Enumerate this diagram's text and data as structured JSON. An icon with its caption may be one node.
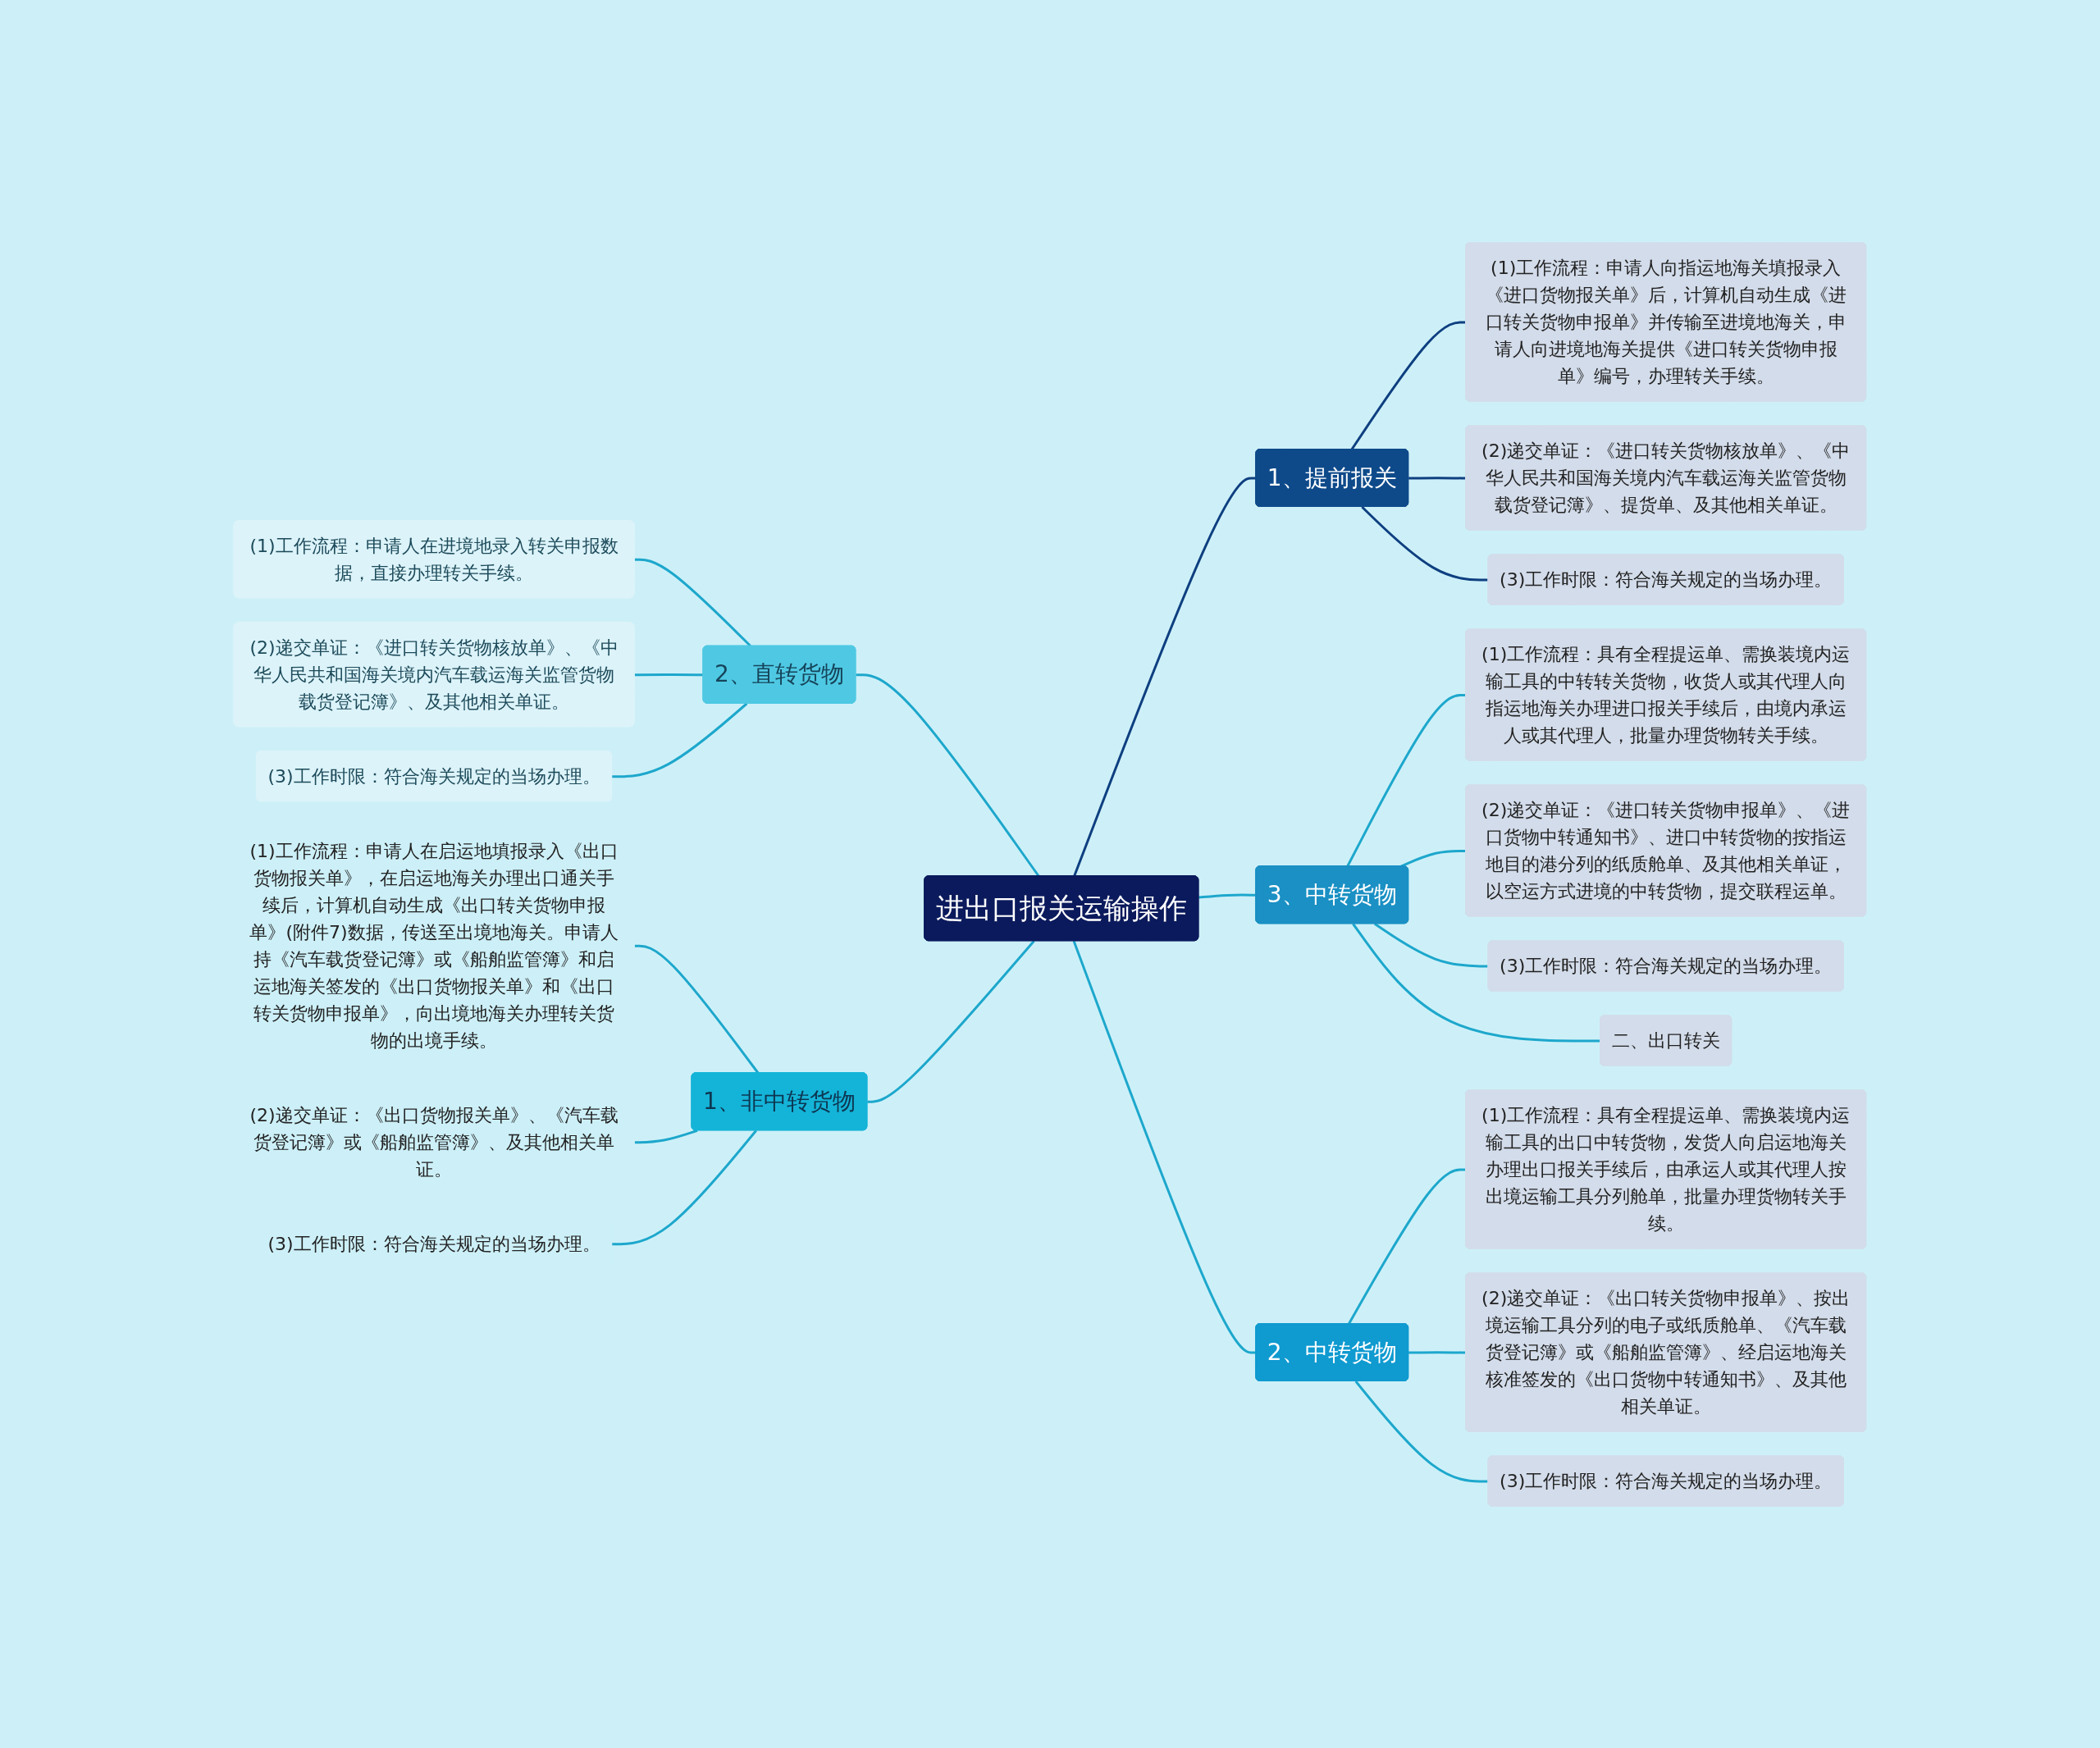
{
  "diagram": {
    "nodes": [
      {
        "text": [
          "进出口报关运输操作"
        ]
      },
      {
        "text": [
          "1、提前报关"
        ]
      },
      {
        "text": [
          "(1)工作流程：申请人向指运地海关填报录入《进口货物报关单》后，计算机自动生成《进口转关货物申报单》并传输至进境地海关，申请人向进境地海关提供《进口转关货物申报单》编号，办理转关手续。"
        ]
      },
      {
        "text": [
          "(2)递交单证：《进口转关货物核放单》、《中华人民共和国海关境内汽车载运海关监管货物载货登记簿》、提货单、及其他相关单证。"
        ]
      },
      {
        "text": [
          "(3)工作时限：符合海关规定的当场办理。"
        ]
      },
      {
        "text": [
          "3、中转货物"
        ]
      },
      {
        "text": [
          "(1)工作流程：具有全程提运单、需换装境内运输工具的中转转关货物，收货人或其代理人向指运地海关办理进口报关手续后，由境内承运人或其代理人，批量办理货物转关手续。"
        ]
      },
      {
        "text": [
          "(2)递交单证：《进口转关货物申报单》、《进口货物中转通知书》、进口中转货物的按指运地目的港分列的纸质舱单、及其他相关单证，以空运方式进境的中转货物，提交联程运单。"
        ]
      },
      {
        "text": [
          "(3)工作时限：符合海关规定的当场办理。"
        ]
      },
      {
        "text": [
          "二、出口转关"
        ]
      },
      {
        "text": [
          "2、中转货物"
        ]
      },
      {
        "text": [
          "(1)工作流程：具有全程提运单、需换装境内运输工具的出口中转货物，发货人向启运地海关办理出口报关手续后，由承运人或其代理人按出境运输工具分列舱单，批量办理货物转关手续。"
        ]
      },
      {
        "text": [
          "(2)递交单证：《出口转关货物申报单》、按出境运输工具分列的电子或纸质舱单、《汽车载货登记簿》或《船舶监管簿》、经启运地海关核准签发的《出口货物中转通知书》、及其他相关单证。"
        ]
      },
      {
        "text": [
          "(3)工作时限：符合海关规定的当场办理。"
        ]
      },
      {
        "text": [
          "2、直转货物"
        ]
      },
      {
        "text": [
          "(1)工作流程：申请人在进境地录入转关申报数据，直接办理转关手续。"
        ]
      },
      {
        "text": [
          "(2)递交单证：《进口转关货物核放单》、《中华人民共和国海关境内汽车载运海关监管货物载货登记簿》、及其他相关单证。"
        ]
      },
      {
        "text": [
          "(3)工作时限：符合海关规定的当场办理。"
        ]
      },
      {
        "text": [
          "1、非中转货物"
        ]
      },
      {
        "text": [
          "(1)工作流程：申请人在启运地填报录入《出口货物报关单》，在启运地海关办理出口通关手续后，计算机自动生成《出口转关货物申报单》(附件7)数据，传送至出境地海关。申请人持《汽车载货登记簿》或《船舶监管簿》和启运地海关签发的《出口货物报关单》和《出口转关货物申报单》，向出境地海关办理转关货物的出境手续。"
        ]
      },
      {
        "text": [
          "(2)递交单证：《出口货物报关单》、《汽车载货登记簿》或《船舶监管簿》、及其他相关单证。"
        ]
      },
      {
        "text": [
          "(3)工作时限：符合海关规定的当场办理。"
        ]
      }
    ],
    "edges": [
      {
        "from": 0,
        "to": 1,
        "arrow": "none",
        "color": "#0e3f80"
      },
      {
        "from": 1,
        "to": 2,
        "arrow": "none",
        "color": "#0e3f80"
      },
      {
        "from": 1,
        "to": 3,
        "arrow": "none",
        "color": "#0e3f80"
      },
      {
        "from": 1,
        "to": 4,
        "arrow": "none",
        "color": "#0e3f80"
      },
      {
        "from": 0,
        "to": 5,
        "arrow": "none"
      },
      {
        "from": 5,
        "to": 6,
        "arrow": "none"
      },
      {
        "from": 5,
        "to": 7,
        "arrow": "none"
      },
      {
        "from": 5,
        "to": 8,
        "arrow": "none"
      },
      {
        "from": 5,
        "to": 9,
        "arrow": "none"
      },
      {
        "from": 0,
        "to": 10,
        "arrow": "none"
      },
      {
        "from": 10,
        "to": 11,
        "arrow": "none"
      },
      {
        "from": 10,
        "to": 12,
        "arrow": "none"
      },
      {
        "from": 10,
        "to": 13,
        "arrow": "none"
      },
      {
        "from": 0,
        "to": 14,
        "arrow": "none"
      },
      {
        "from": 14,
        "to": 15,
        "arrow": "none"
      },
      {
        "from": 14,
        "to": 16,
        "arrow": "none"
      },
      {
        "from": 14,
        "to": 17,
        "arrow": "none"
      },
      {
        "from": 0,
        "to": 18,
        "arrow": "none"
      },
      {
        "from": 18,
        "to": 19,
        "arrow": "none"
      },
      {
        "from": 18,
        "to": 20,
        "arrow": "none"
      },
      {
        "from": 18,
        "to": 21,
        "arrow": "none"
      }
    ]
  }
}
